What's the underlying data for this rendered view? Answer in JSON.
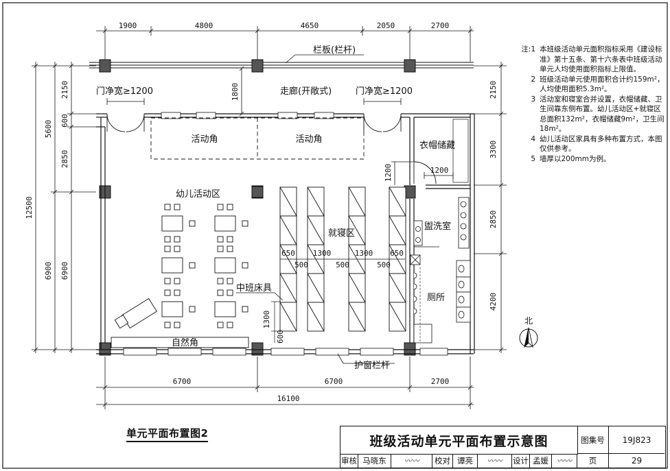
{
  "dimensions": {
    "top": [
      "1900",
      "4800",
      "4650",
      "2050",
      "2700"
    ],
    "bottom": [
      "6700",
      "6700",
      "2700"
    ],
    "bottom_total": "16100",
    "left_outer": "12500",
    "left_mid": [
      "5600",
      "6900"
    ],
    "left_inner": [
      "2150",
      "600",
      "2850",
      "6900"
    ],
    "right": [
      "2150",
      "3300",
      "2850",
      "4200"
    ],
    "corridor_depth": "1800",
    "wardrobe_inner": "1200",
    "wardrobe_inner_v": "1200",
    "bed": [
      "650",
      "1300",
      "1300",
      "650"
    ],
    "bed_gap": [
      "500",
      "500",
      "500"
    ],
    "bed_depth": "1300",
    "bed_bottom": "600"
  },
  "labels": {
    "railing_board": "栏板(栏杆)",
    "door_width_left": "门净宽≥1200",
    "door_width_right": "门净宽≥1200",
    "corridor": "走廊(开敞式)",
    "activity_corner_1": "活动角",
    "activity_corner_2": "活动角",
    "wardrobe_storage": "衣帽储藏",
    "children_activity": "幼儿活动区",
    "sleeping_area": "就寝区",
    "washroom": "盥洗室",
    "toilet": "厕所",
    "bed_furniture": "中班床具",
    "nature_corner": "自然角",
    "window_railing": "护窗栏杆",
    "north": "北"
  },
  "notes": [
    {
      "num": "注:1",
      "text": "本班级活动单元面积指标采用《建设标准》第十五条、第十六条表中班级活动单元人均使用面积指标上限值。"
    },
    {
      "num": "2",
      "text": "班级活动单元使用面积合计约159m²，人均使用面积5.3m²。"
    },
    {
      "num": "3",
      "text": "活动室和寝室合并设置，衣帽储藏、卫生间靠东侧布置。幼儿活动区+就寝区总面积132m²，衣帽储藏9m²，卫生间18m²。"
    },
    {
      "num": "4",
      "text": "幼儿活动区家具有多种布置方式，本图仅供参考。"
    },
    {
      "num": "5",
      "text": "墙厚以200mm为例。"
    }
  ],
  "caption": "单元平面布置图2",
  "title_block": {
    "title": "班级活动单元平面布置示意图",
    "atlas_label": "图集号",
    "atlas_no": "19J823",
    "review_label": "审核",
    "reviewer": "马晓东",
    "check_label": "校对",
    "checker": "谭亮",
    "design_label": "设计",
    "designer": "孟媛",
    "page_label": "页",
    "page_no": "29"
  }
}
